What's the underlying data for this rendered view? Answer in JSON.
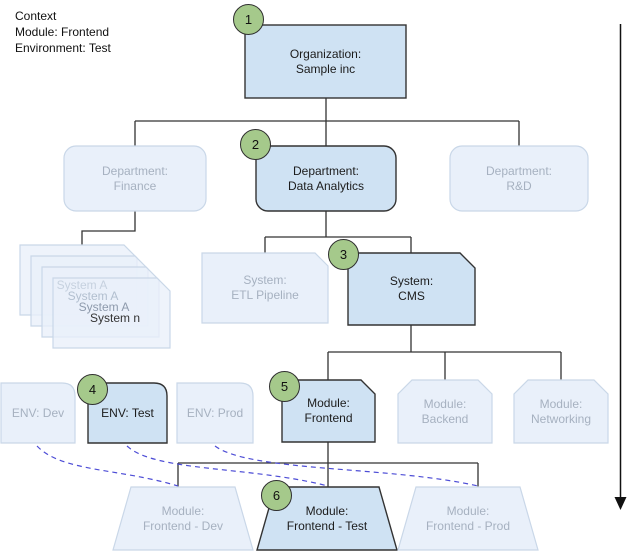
{
  "context": {
    "title": "Context",
    "module_line": "Module: Frontend",
    "environment_line": "Environment: Test"
  },
  "badges": [
    "1",
    "2",
    "3",
    "4",
    "5",
    "6"
  ],
  "nodes": {
    "organization": {
      "line1": "Organization:",
      "line2": "Sample inc"
    },
    "dept_finance": {
      "line1": "Department:",
      "line2": "Finance"
    },
    "dept_data_analytics": {
      "line1": "Department:",
      "line2": "Data Analytics"
    },
    "dept_rnd": {
      "line1": "Department:",
      "line2": "R&D"
    },
    "system_stack": {
      "labels": [
        "System A",
        "System A",
        "System A",
        "System n"
      ]
    },
    "system_etl": {
      "line1": "System:",
      "line2": "ETL Pipeline"
    },
    "system_cms": {
      "line1": "System:",
      "line2": "CMS"
    },
    "env_dev": {
      "label": "ENV: Dev"
    },
    "env_test": {
      "label": "ENV: Test"
    },
    "env_prod": {
      "label": "ENV: Prod"
    },
    "module_frontend": {
      "line1": "Module:",
      "line2": "Frontend"
    },
    "module_backend": {
      "line1": "Module:",
      "line2": "Backend"
    },
    "module_networking": {
      "line1": "Module:",
      "line2": "Networking"
    },
    "instance_dev": {
      "line1": "Module:",
      "line2": "Frontend - Dev"
    },
    "instance_test": {
      "line1": "Module:",
      "line2": "Frontend - Test"
    },
    "instance_prod": {
      "line1": "Module:",
      "line2": "Frontend - Prod"
    }
  },
  "colors": {
    "active_fill": "#cfe2f3",
    "active_border": "#333333",
    "inactive_fill": "#e9f0fa",
    "inactive_border": "#c9d7e8",
    "inactive_text": "#a6b1c0",
    "connector": "#333333",
    "dashed_edge": "#4d4dd6",
    "badge_fill": "#a5c98b",
    "badge_border": "#2f2f2f",
    "stack_text_0": "#c6d1df",
    "stack_text_1": "#b2bfcf",
    "stack_text_2": "#8e9aac",
    "stack_text_3": "#333333"
  }
}
